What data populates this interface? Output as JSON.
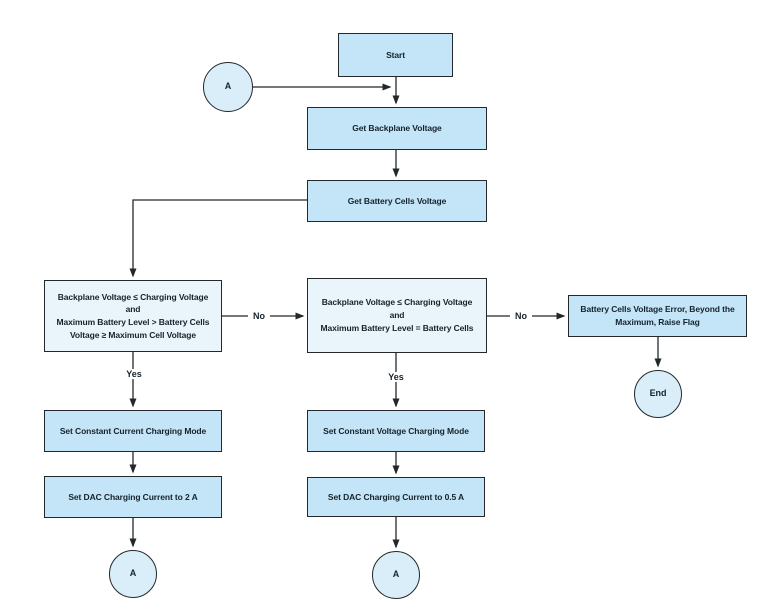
{
  "colors": {
    "process_fill": "#c3e5f7",
    "decision_fill": "#eaf4fb",
    "connector_fill": "#daeefa",
    "stroke": "#23282c",
    "text": "#16232c",
    "background": "#ffffff"
  },
  "nodes": {
    "start": {
      "label": "Start"
    },
    "connector_a_top": {
      "label": "A"
    },
    "get_backplane_voltage": {
      "label": "Get Backplane Voltage"
    },
    "get_battery_cells_voltage": {
      "label": "Get Battery Cells Voltage"
    },
    "decision_constant_current": {
      "label": "Backplane Voltage ≤ Charging Voltage\nand\nMaximum Battery Level > Battery Cells\nVoltage ≥ Maximum Cell Voltage"
    },
    "decision_constant_voltage": {
      "label": "Backplane Voltage ≤ Charging Voltage\nand\nMaximum Battery Level = Battery Cells"
    },
    "error_flag": {
      "label": "Battery Cells Voltage Error, Beyond the\nMaximum, Raise Flag"
    },
    "end": {
      "label": "End"
    },
    "set_constant_current_mode": {
      "label": "Set Constant Current Charging Mode"
    },
    "set_dac_current_2a": {
      "label": "Set DAC Charging Current to 2 A"
    },
    "connector_a_bottom_left": {
      "label": "A"
    },
    "set_constant_voltage_mode": {
      "label": "Set Constant Voltage Charging Mode"
    },
    "set_dac_current_05a": {
      "label": "Set DAC Charging Current to 0.5 A"
    },
    "connector_a_bottom_mid": {
      "label": "A"
    }
  },
  "edge_labels": {
    "no_left": "No",
    "no_right": "No",
    "yes_left": "Yes",
    "yes_mid": "Yes"
  }
}
